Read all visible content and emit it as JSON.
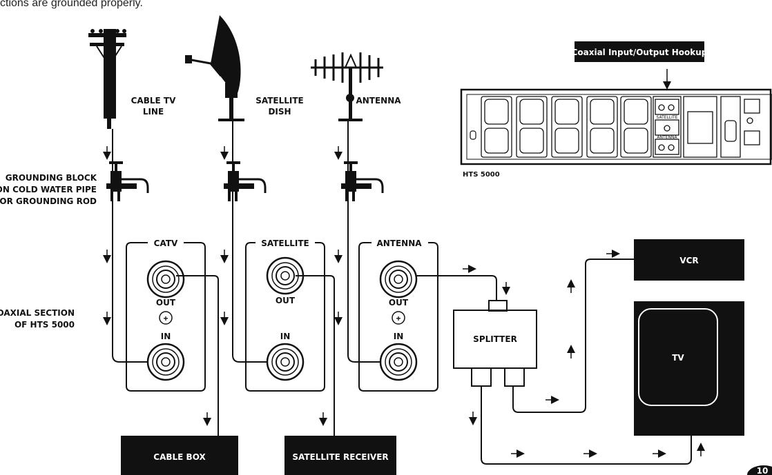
{
  "top_note": "ctions are grounded properly.",
  "sources": {
    "cable_tv_line": [
      "CABLE TV",
      "LINE"
    ],
    "satellite_dish": [
      "SATELLITE",
      "DISH"
    ],
    "antenna": [
      "ANTENNA"
    ]
  },
  "left_labels": {
    "grounding": [
      "GROUNDING BLOCK",
      "ON COLD WATER PIPE",
      "OR GROUNDING ROD"
    ],
    "coaxial_section": [
      "COAXIAL SECTION",
      "OF HTS 5000"
    ]
  },
  "panels": [
    {
      "title": "CATV",
      "out": "OUT",
      "in": "IN"
    },
    {
      "title": "SATELLITE",
      "out": "OUT",
      "in": "IN"
    },
    {
      "title": "ANTENNA",
      "out": "OUT",
      "in": "IN"
    }
  ],
  "devices": {
    "cable_box": "CABLE BOX",
    "satellite_receiver": "SATELLITE RECEIVER",
    "splitter": "SPLITTER",
    "vcr": "VCR",
    "tv": "TV"
  },
  "rear_panel": {
    "callout": "Coaxial Input/Output Hookup",
    "model": "HTS 5000",
    "jack_labels": [
      "SATELLITE",
      "ANTENNA"
    ]
  },
  "page_number": "10"
}
